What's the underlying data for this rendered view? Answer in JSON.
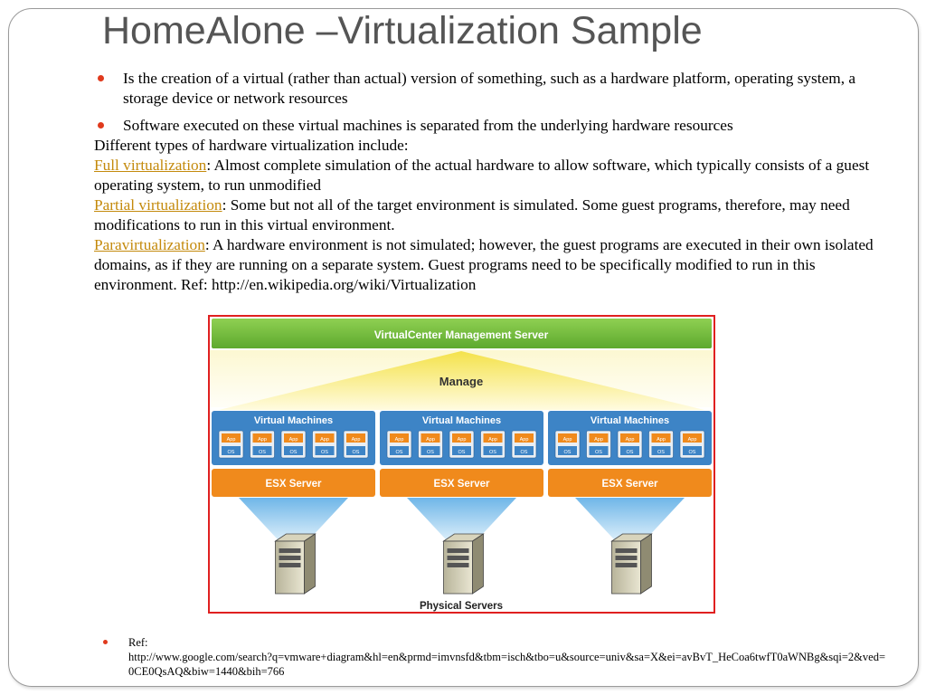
{
  "title": "HomeAlone –Virtualization Sample",
  "bullets": [
    "Is the creation of a virtual (rather than actual) version of something, such as a hardware platform, operating system, a storage device or network resources",
    "Software executed on these virtual machines is separated from the underlying hardware resources"
  ],
  "intro": "Different types of hardware virtualization include:",
  "types": [
    {
      "term": "Full virtualization",
      "desc": ": Almost complete simulation of the actual hardware to allow software, which typically consists of a guest operating system, to run unmodified"
    },
    {
      "term": "Partial virtualization",
      "desc": ": Some but not all of the target environment is simulated. Some guest programs, therefore, may need modifications to run in this virtual environment."
    },
    {
      "term": "Paravirtualization",
      "desc": ": A hardware environment is not simulated; however, the guest programs are executed in their own isolated domains, as if they are running on a separate system. Guest programs need to be specifically modified to run in this environment. Ref: http://en.wikipedia.org/wiki/Virtualization"
    }
  ],
  "diagram": {
    "management_server": "VirtualCenter Management Server",
    "manage": "Manage",
    "vm_label": "Virtual Machines",
    "app_label": "App",
    "os_label": "OS",
    "esx_label": "ESX Server",
    "physical_label": "Physical Servers",
    "colors": {
      "green": "#7cc142",
      "blue": "#3d84c6",
      "orange": "#f08a1c",
      "yellow": "#f7e96a",
      "lightblue": "#9fd3f0",
      "border": "#e02020"
    }
  },
  "ref": {
    "label": "Ref:",
    "url": "http://www.google.com/search?q=vmware+diagram&hl=en&prmd=imvnsfd&tbm=isch&tbo=u&source=univ&sa=X&ei=avBvT_HeCoa6twfT0aWNBg&sqi=2&ved=0CE0QsAQ&biw=1440&bih=766"
  }
}
